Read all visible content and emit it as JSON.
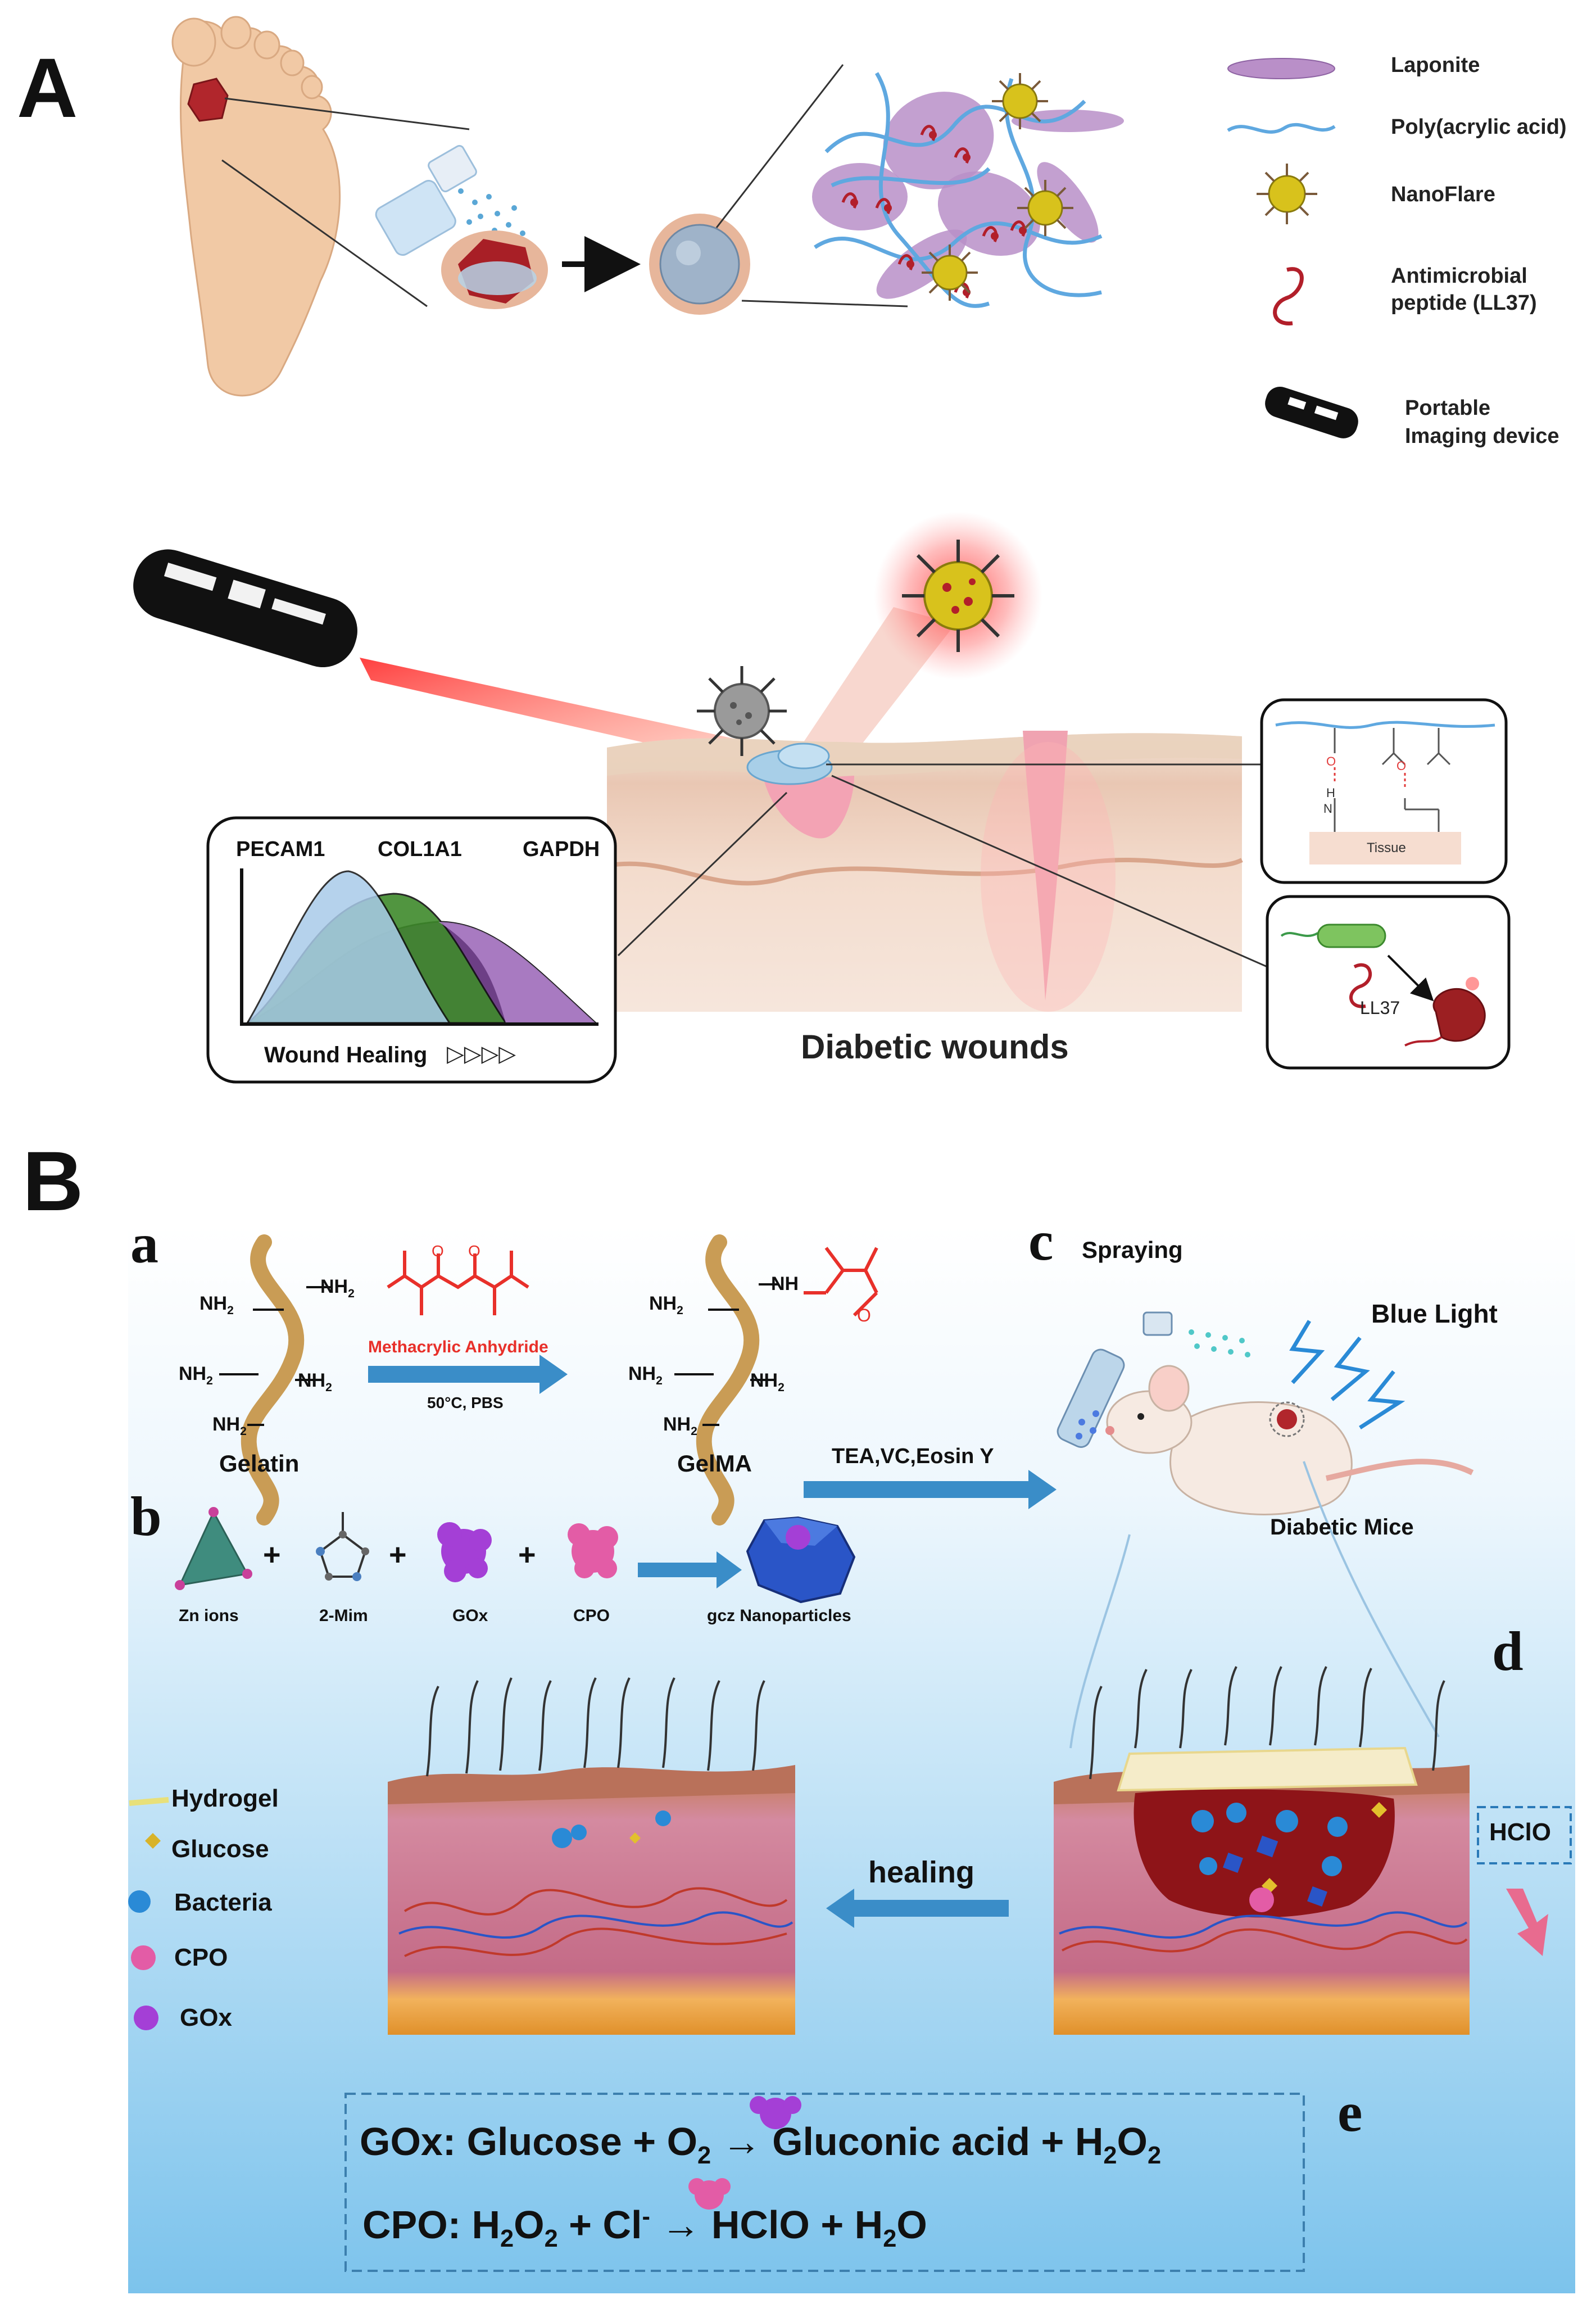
{
  "panel_A": {
    "letter": "A",
    "legend": {
      "laponite": "Laponite",
      "paa": "Poly(acrylic acid)",
      "nanoflare": "NanoFlare",
      "amp_line1": "Antimicrobial",
      "amp_line2": "peptide (LL37)",
      "device_line1": "Portable",
      "device_line2": "Imaging device"
    },
    "genes": {
      "g1": "PECAM1",
      "g2": "COL1A1",
      "g3": "GAPDH"
    },
    "wound_healing": "Wound Healing",
    "wound_arrows": "▷▷▷▷",
    "diabetic_wounds": "Diabetic wounds",
    "tissue": "Tissue",
    "ll37": "LL37",
    "chem_o": "O",
    "chem_h": "H",
    "chem_n": "N"
  },
  "panel_B": {
    "letter": "B",
    "sub_a": "a",
    "sub_b": "b",
    "sub_c": "c",
    "sub_d": "d",
    "sub_e": "e",
    "nh2": "NH",
    "nh2_sub": "2",
    "nh": "NH",
    "o": "O",
    "methacrylic_anhydride": "Methacrylic Anhydride",
    "condition": "50°C, PBS",
    "gelatin": "Gelatin",
    "gelma": "GelMA",
    "tea": "TEA,VC,Eosin Y",
    "spraying": "Spraying",
    "blue_light": "Blue Light",
    "diabetic_mice": "Diabetic Mice",
    "plus": "+",
    "zn_ions": "Zn ions",
    "mim": "2-Mim",
    "gox": "GOx",
    "cpo": "CPO",
    "gcz": "gcz Nanoparticles",
    "legend": {
      "hydrogel": "Hydrogel",
      "glucose": "Glucose",
      "bacteria": "Bacteria",
      "cpo": "CPO",
      "gox": "GOx"
    },
    "healing": "healing",
    "hclo": "HClO",
    "eq1": {
      "prefix": "GOx: Glucose + O",
      "o2_sub": "2",
      "arrow": "→",
      "product": "Gluconic acid + H",
      "h2_sub": "2",
      "o": "O",
      "o2_sub2": "2"
    },
    "eq2": {
      "prefix": "CPO: H",
      "h_sub": "2",
      "o": "O",
      "o_sub": "2",
      "plus_cl": " + Cl",
      "cl_sup": "-",
      "arrow": "→",
      "product": "HClO + H",
      "h2_sub": "2",
      "o_end": "O"
    }
  },
  "colors": {
    "laponite": "#b98fc8",
    "paa": "#5fa8e0",
    "nanoflare": "#d8c21c",
    "peptide": "#b21f2a",
    "skin": "#e8c9a6",
    "arrow_blue": "#3a8dc8",
    "chem_red": "#e8302a",
    "bg_blue_top": "#ffffff",
    "bg_blue_bottom": "#7cc3ec"
  }
}
